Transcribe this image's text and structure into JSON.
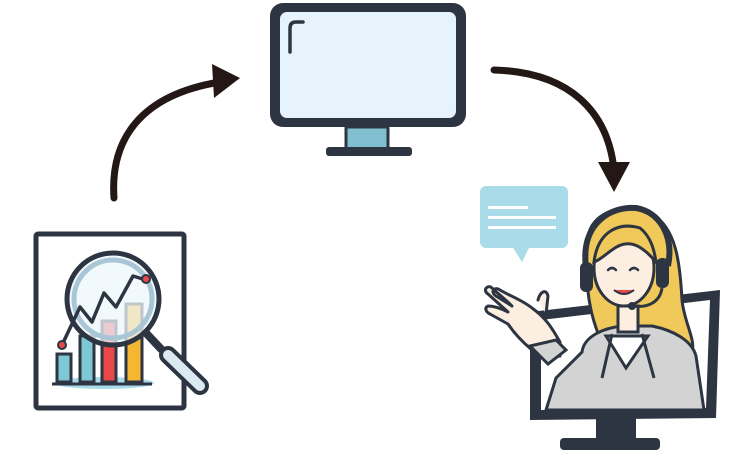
{
  "diagram": {
    "nodes": [
      {
        "id": "data-report",
        "icon": "chart-magnifier-icon"
      },
      {
        "id": "computer",
        "icon": "monitor-icon"
      },
      {
        "id": "support-agent",
        "icon": "headset-agent-icon"
      }
    ],
    "flow": [
      {
        "from": "data-report",
        "to": "computer",
        "icon": "curved-arrow-icon"
      },
      {
        "from": "computer",
        "to": "support-agent",
        "icon": "curved-arrow-icon"
      }
    ],
    "colors": {
      "outline": "#2e3542",
      "arrow": "#231815",
      "screen": "#e6f2fc",
      "stand": "#7fbfcf",
      "speech_bubble": "#a9dbe8",
      "bar_red": "#e84848",
      "bar_yellow": "#f5b731",
      "bar_teal": "#7ec8d6",
      "hair": "#f0c95a",
      "skin": "#fdeee2",
      "suit": "#d3d3d3"
    }
  }
}
